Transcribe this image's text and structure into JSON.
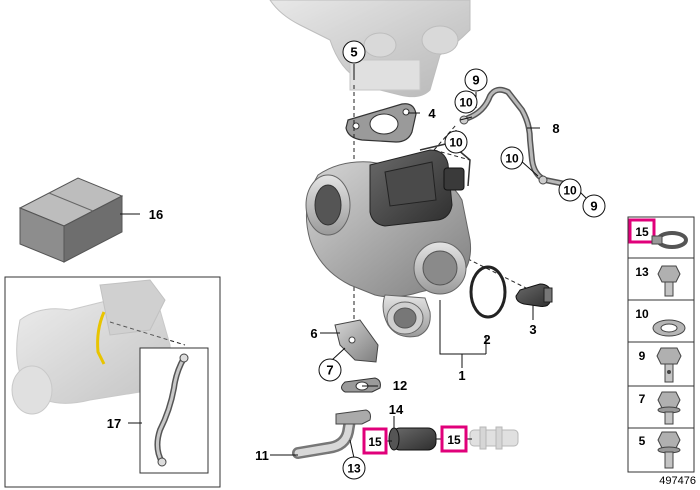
{
  "diagram": {
    "document_number": "497476",
    "callouts": {
      "c1": "1",
      "c2": "2",
      "c3": "3",
      "c4": "4",
      "c5": "5",
      "c6": "6",
      "c7": "7",
      "c8": "8",
      "c9a": "9",
      "c9b": "9",
      "c10a": "10",
      "c10b": "10",
      "c10c": "10",
      "c10d": "10",
      "c11": "11",
      "c12": "12",
      "c13a": "13",
      "c14": "14",
      "c15a": "15",
      "c15b": "15",
      "c16": "16",
      "c17": "17"
    },
    "highlight_color": "#e0007a",
    "legend": {
      "items": [
        {
          "label": "15",
          "highlighted": true,
          "icon": "hose-clamp-icon"
        },
        {
          "label": "13",
          "highlighted": false,
          "icon": "hex-bolt-icon"
        },
        {
          "label": "10",
          "highlighted": false,
          "icon": "sealing-ring-icon"
        },
        {
          "label": "9",
          "highlighted": false,
          "icon": "banjo-bolt-icon"
        },
        {
          "label": "7",
          "highlighted": false,
          "icon": "collar-bolt-icon"
        },
        {
          "label": "5",
          "highlighted": false,
          "icon": "flange-bolt-icon"
        }
      ]
    }
  }
}
